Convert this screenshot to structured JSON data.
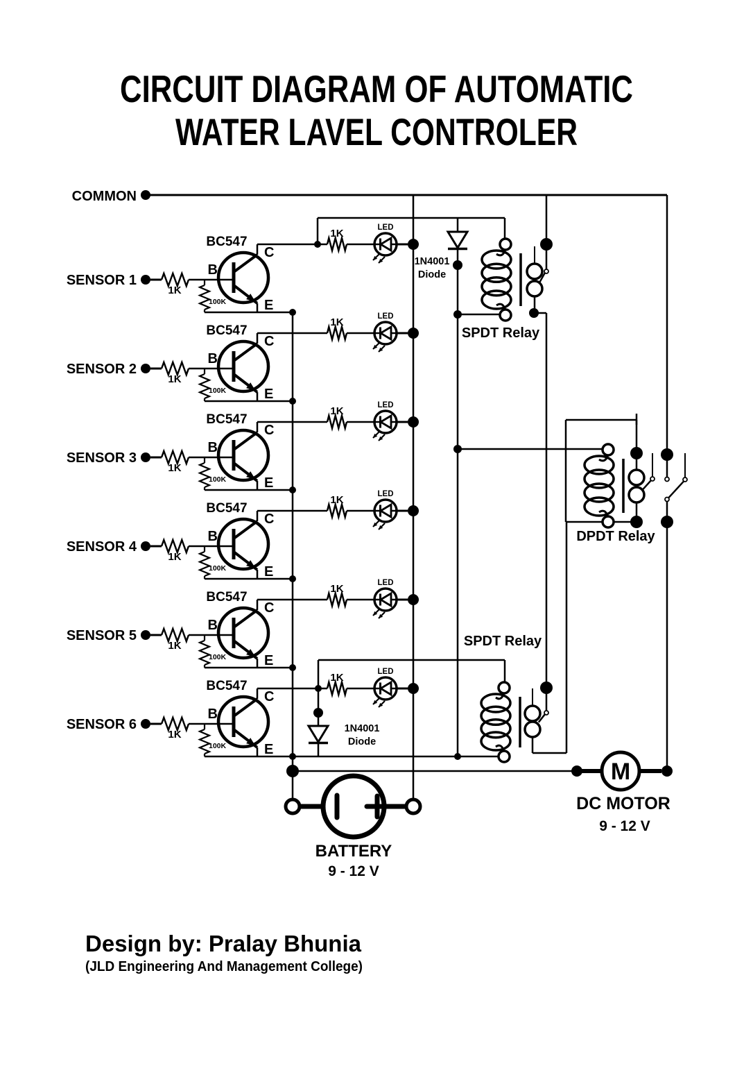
{
  "title": {
    "line1": "CIRCUIT DIAGRAM OF AUTOMATIC",
    "line2": "WATER LAVEL CONTROLER"
  },
  "common_label": "COMMON",
  "stages": [
    {
      "sensor": "SENSOR 1"
    },
    {
      "sensor": "SENSOR 2"
    },
    {
      "sensor": "SENSOR 3"
    },
    {
      "sensor": "SENSOR 4"
    },
    {
      "sensor": "SENSOR 5"
    },
    {
      "sensor": "SENSOR 6"
    }
  ],
  "stage_labels": {
    "transistor": "BC547",
    "base": "B",
    "collector": "C",
    "emitter": "E",
    "base_resistor": "1K",
    "pulldown_resistor": "100K",
    "led_resistor": "1K",
    "led": "LED"
  },
  "diode_label": {
    "name": "1N4001",
    "type": "Diode"
  },
  "relay_labels": {
    "spdt_top": "SPDT Relay",
    "spdt_bottom": "SPDT Relay",
    "dpdt": "DPDT Relay"
  },
  "battery": {
    "name": "BATTERY",
    "voltage": "9 - 12 V"
  },
  "motor": {
    "name": "DC MOTOR",
    "voltage": "9 - 12 V",
    "symbol": "M"
  },
  "footer": {
    "designer": "Design by: Pralay Bhunia",
    "college": "(JLD Engineering And Management College)"
  },
  "colors": {
    "ink": "#000000",
    "background": "#ffffff"
  }
}
